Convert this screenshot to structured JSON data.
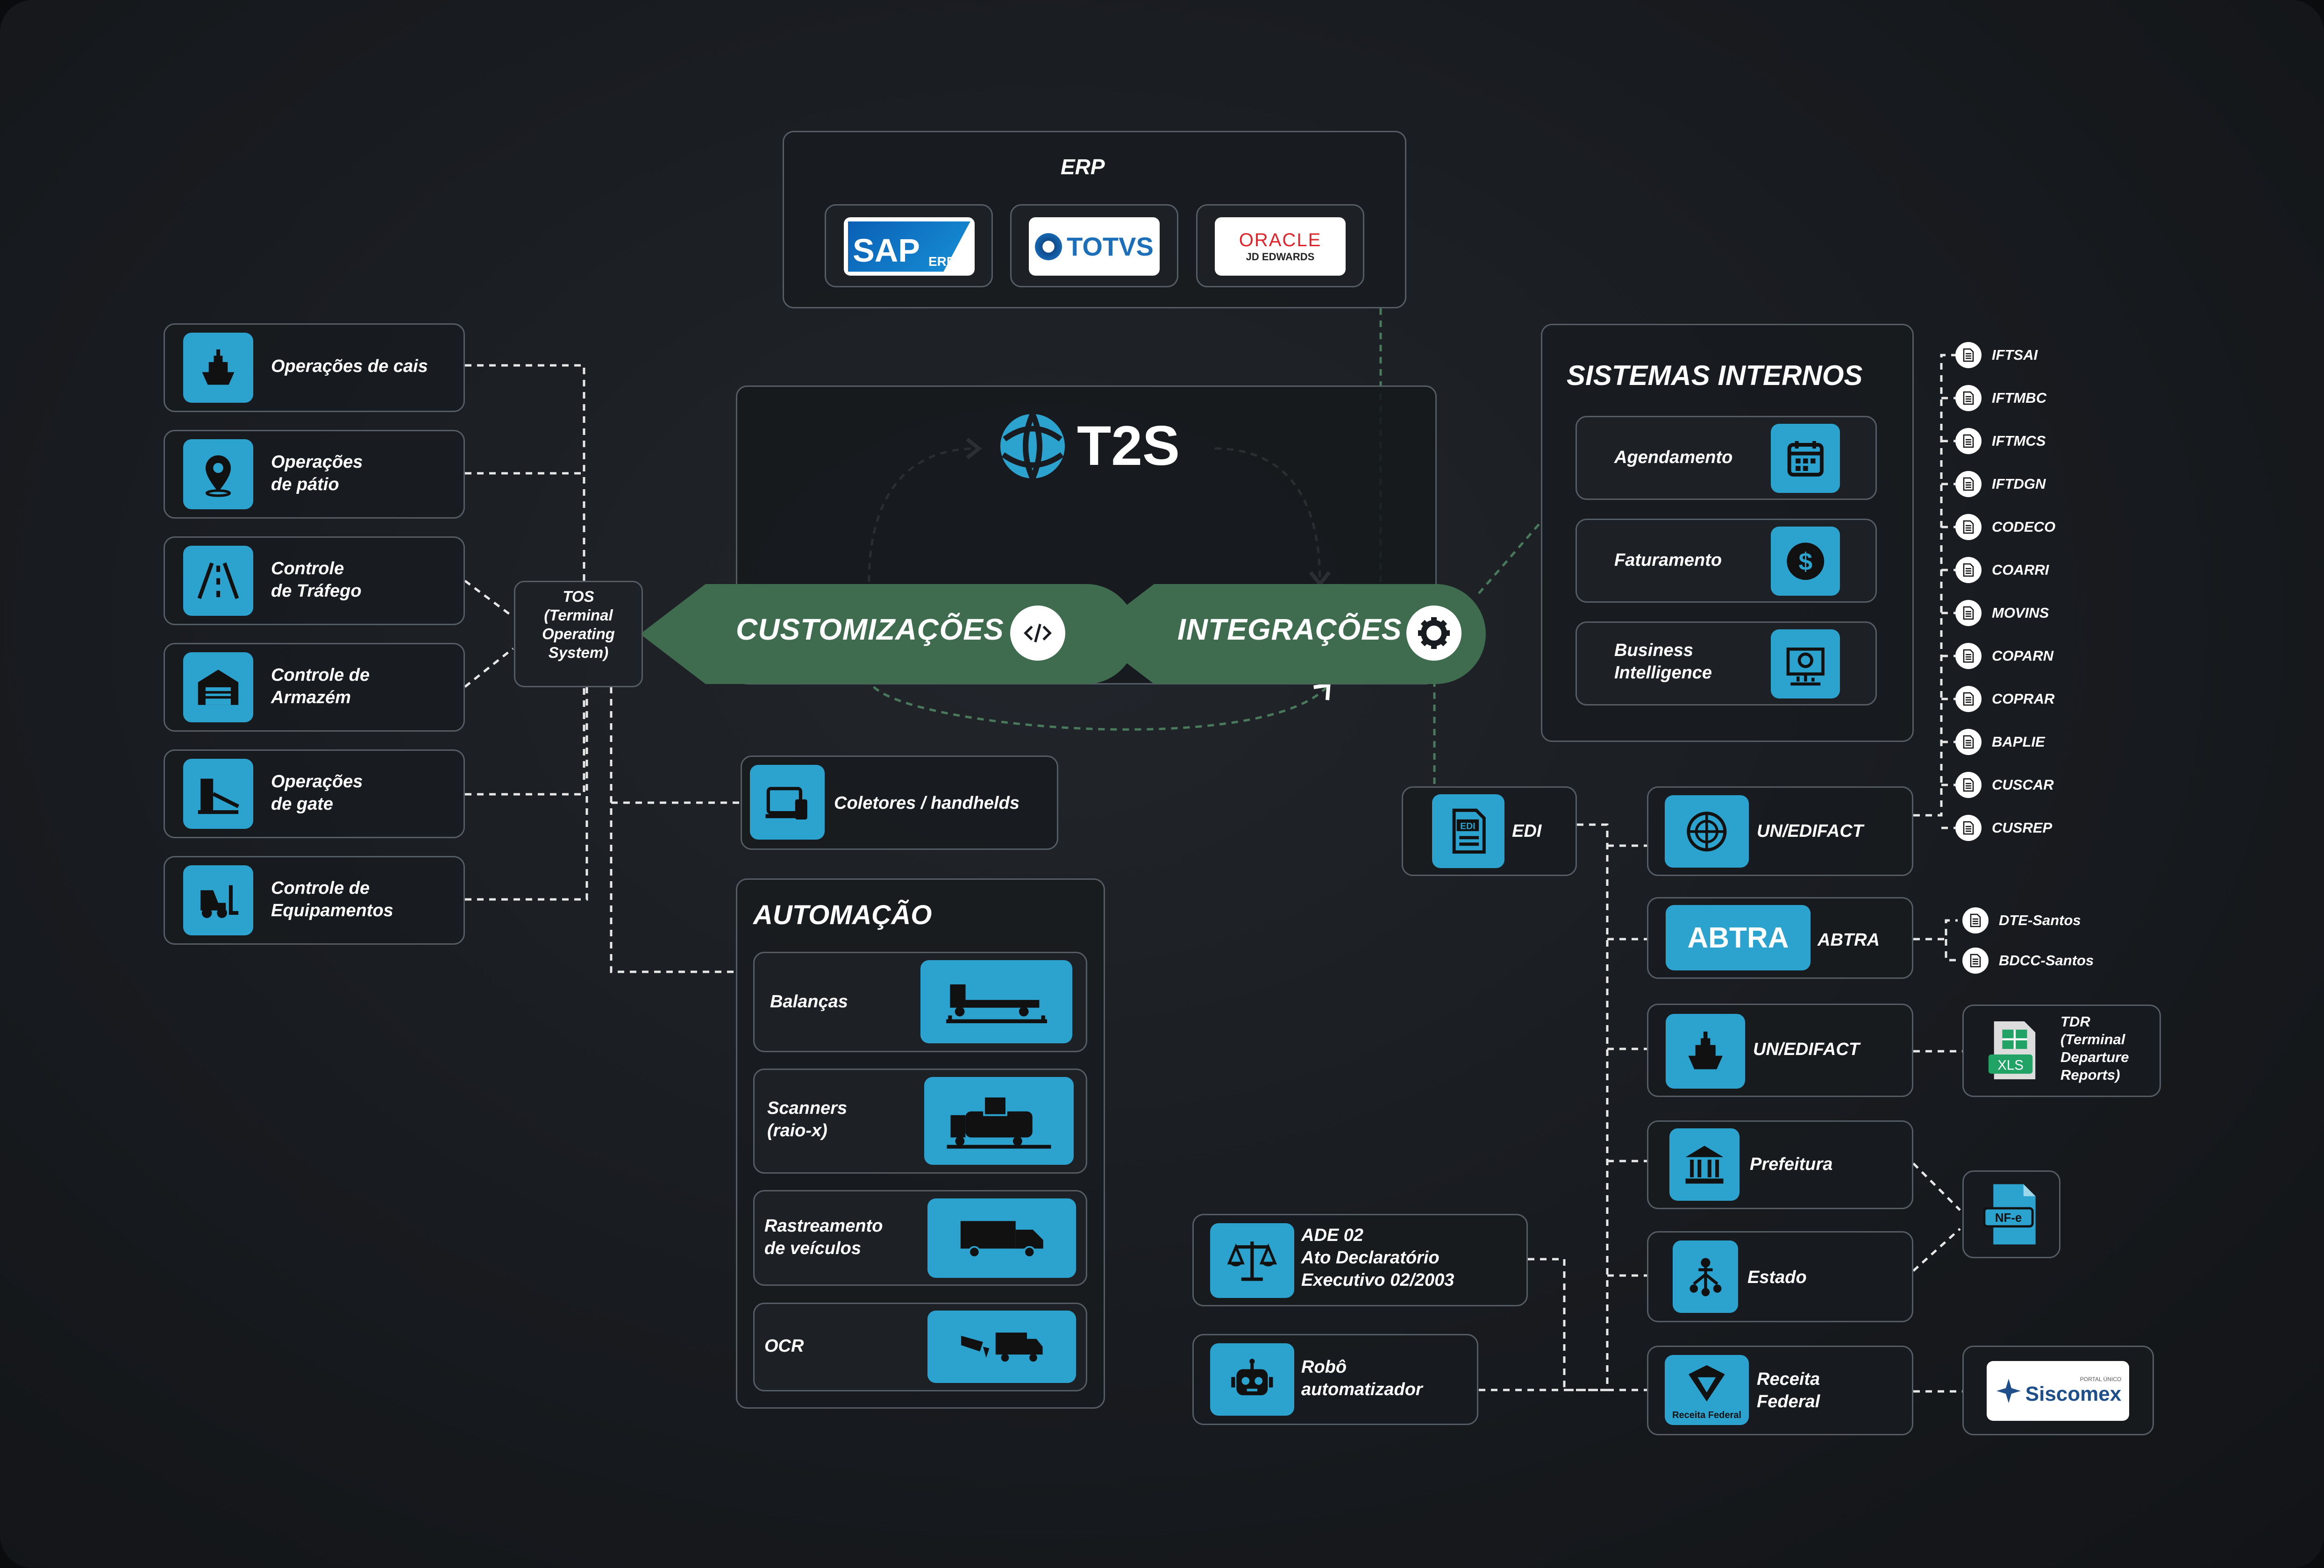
{
  "erp": {
    "title": "ERP",
    "logos": [
      {
        "brand": "SAP",
        "sub": "ERP"
      },
      {
        "brand": "TOTVS"
      },
      {
        "brand": "ORACLE",
        "sub": "JD EDWARDS"
      }
    ]
  },
  "t2s": {
    "brand": "T2S",
    "customizacoes": "CUSTOMIZAÇÕES",
    "integracoes": "INTEGRAÇÕES"
  },
  "tos": {
    "label": "TOS\n(Terminal\nOperating\nSystem)"
  },
  "operations": [
    {
      "label": "Operações de cais",
      "icon": "ship-icon"
    },
    {
      "label": "Operações\nde pátio",
      "icon": "map-pin-icon"
    },
    {
      "label": "Controle\nde Tráfego",
      "icon": "road-icon"
    },
    {
      "label": "Controle de\nArmazém",
      "icon": "warehouse-icon"
    },
    {
      "label": "Operações\nde gate",
      "icon": "gate-icon"
    },
    {
      "label": "Controle de\nEquipamentos",
      "icon": "forklift-icon"
    }
  ],
  "coletores": {
    "label": "Coletores / handhelds",
    "icon": "devices-icon"
  },
  "automacao": {
    "title": "AUTOMAÇÃO",
    "items": [
      {
        "label": "Balanças",
        "icon": "truck-scale-icon"
      },
      {
        "label": "Scanners\n(raio-x)",
        "icon": "truck-scanner-icon"
      },
      {
        "label": "Rastreamento\nde veículos",
        "icon": "truck-icon"
      },
      {
        "label": "OCR",
        "icon": "camera-truck-icon"
      }
    ]
  },
  "sistemas_internos": {
    "title": "SISTEMAS INTERNOS",
    "items": [
      {
        "label": "Agendamento",
        "icon": "calendar-icon"
      },
      {
        "label": "Faturamento",
        "icon": "dollar-icon"
      },
      {
        "label": "Business\nIntelligence",
        "icon": "bi-presentation-icon"
      }
    ]
  },
  "edi": {
    "label": "EDI",
    "icon": "edi-file-icon"
  },
  "edi_targets": [
    {
      "label": "UN/EDIFACT",
      "icon": "un-emblem-icon"
    },
    {
      "label": "ABTRA",
      "icon": "abtra-logo",
      "logo_text": "ABTRA"
    },
    {
      "label": "UN/EDIFACT",
      "icon": "ship-icon"
    },
    {
      "label": "Prefeitura",
      "icon": "government-building-icon"
    },
    {
      "label": "Estado",
      "icon": "hierarchy-icon"
    },
    {
      "label": "Receita\nFederal",
      "icon": "receita-federal-logo",
      "logo_text": "Receita Federal"
    }
  ],
  "edifact_messages": [
    "IFTSAI",
    "IFTMBC",
    "IFTMCS",
    "IFTDGN",
    "CODECO",
    "COARRI",
    "MOVINS",
    "COPARN",
    "COPRAR",
    "BAPLIE",
    "CUSCAR",
    "CUSREP"
  ],
  "abtra_docs": [
    "DTE-Santos",
    "BDCC-Santos"
  ],
  "tdr": {
    "label": "TDR\n(Terminal\nDeparture\nReports)",
    "file": "XLS"
  },
  "nfe": {
    "label": "NF-e"
  },
  "siscomex": {
    "label": "Siscomex",
    "top": "PORTAL ÚNICO"
  },
  "ade": {
    "label": "ADE 02\nAto Declaratório\nExecutivo 02/2003",
    "icon": "scales-icon"
  },
  "robo": {
    "label": "Robô\nautomatizador",
    "icon": "robot-icon"
  },
  "colors": {
    "accent": "#2ca3ce",
    "pill": "#3f6b4f",
    "border": "#565c63",
    "background": "#181b1f"
  }
}
